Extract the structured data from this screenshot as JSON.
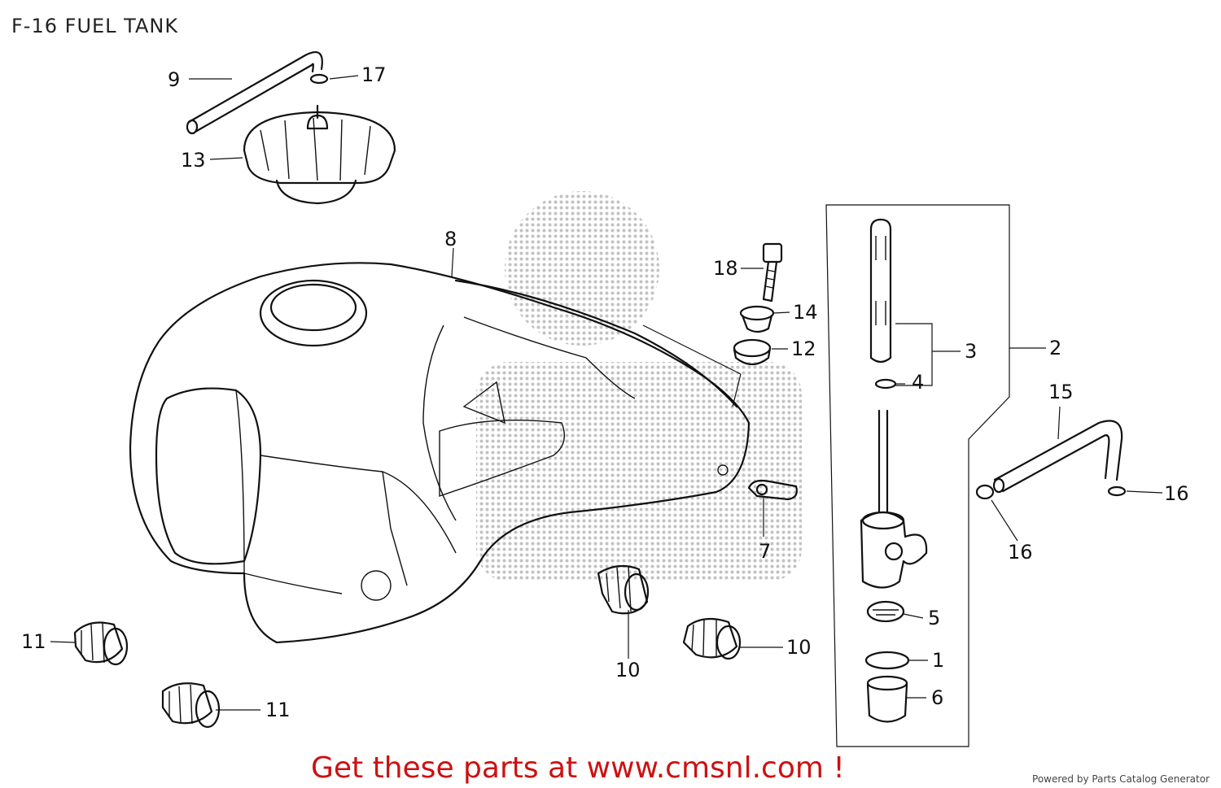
{
  "title": "F-16 FUEL TANK",
  "callouts": {
    "c1": "1",
    "c2": "2",
    "c3": "3",
    "c4": "4",
    "c5": "5",
    "c6": "6",
    "c7": "7",
    "c8": "8",
    "c9": "9",
    "c10a": "10",
    "c10b": "10",
    "c11a": "11",
    "c11b": "11",
    "c12": "12",
    "c13": "13",
    "c14": "14",
    "c15": "15",
    "c16a": "16",
    "c16b": "16",
    "c17": "17",
    "c18": "18"
  },
  "cta": "Get these parts at www.cmsnl.com !",
  "powered_by": "Powered by Parts Catalog Generator",
  "colors": {
    "cta": "#cc1111",
    "line": "#111111",
    "watermark": "#9a9a9a"
  }
}
